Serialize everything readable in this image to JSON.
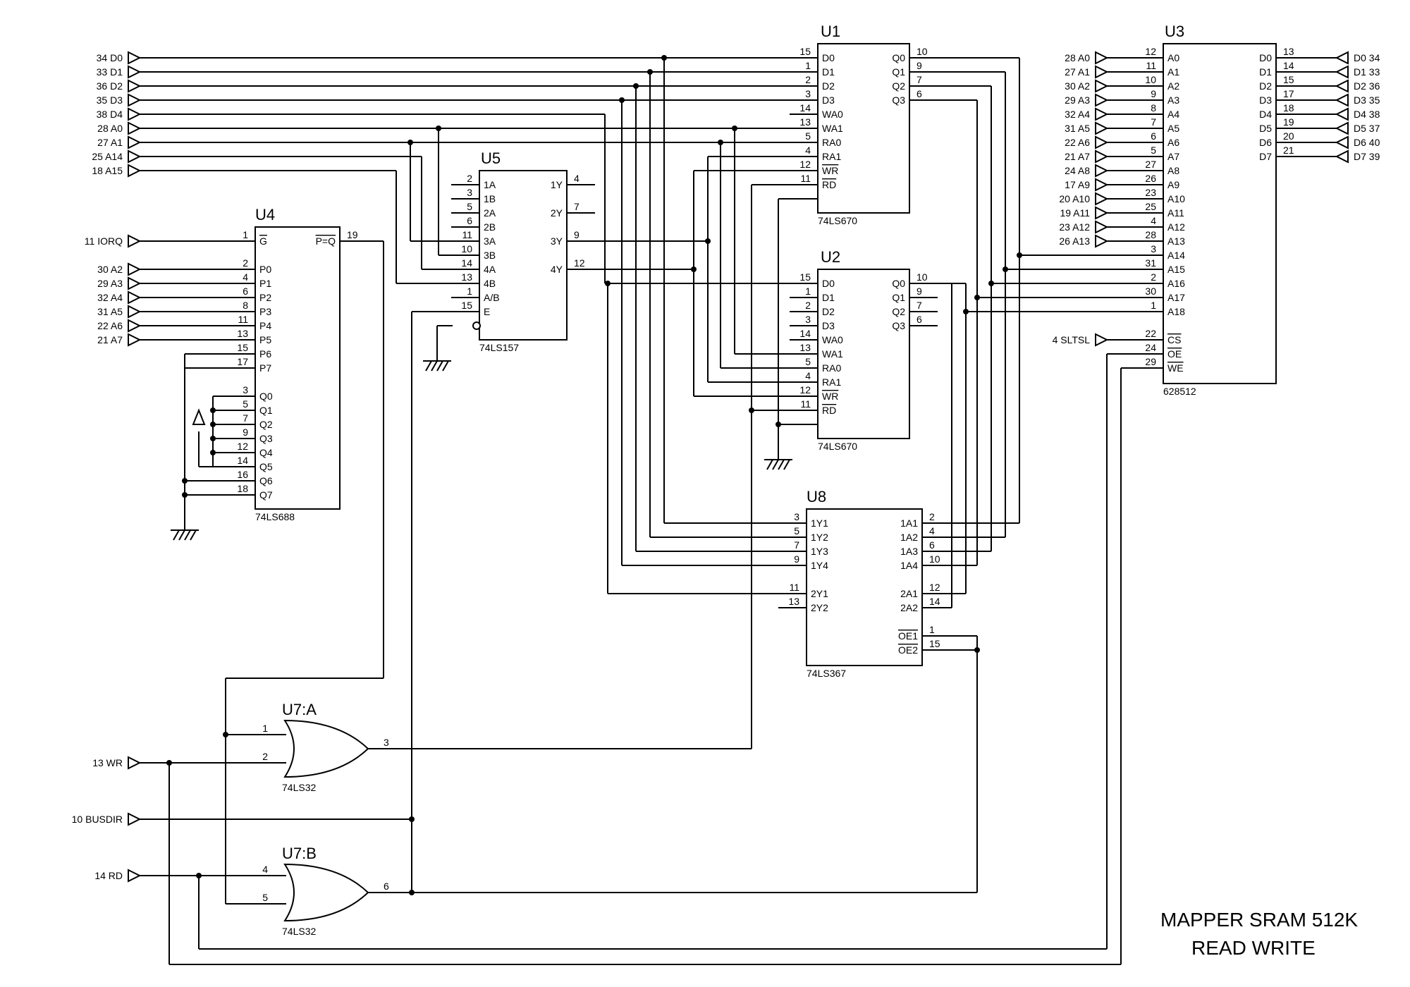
{
  "title": {
    "line1": "MAPPER SRAM 512K",
    "line2": "READ WRITE"
  },
  "ports_left": [
    "34 D0",
    "33 D1",
    "36 D2",
    "35 D3",
    "38 D4",
    "28 A0",
    "27 A1",
    "25 A14",
    "18 A15",
    "11 IORQ",
    "30 A2",
    "29 A3",
    "32 A4",
    "31 A5",
    "22 A6",
    "21 A7",
    "13 WR",
    "10 BUSDIR",
    "14 RD"
  ],
  "ports_u3_addr": [
    "28 A0",
    "27 A1",
    "30 A2",
    "29 A3",
    "32 A4",
    "31 A5",
    "22 A6",
    "21 A7",
    "24 A8",
    "17 A9",
    "20 A10",
    "19 A11",
    "23 A12",
    "26 A13"
  ],
  "ports_u3_ctrl": [
    "4 SLTSL"
  ],
  "ports_right": [
    "D0 34",
    "D1 33",
    "D2 36",
    "D3 35",
    "D4 38",
    "D5 37",
    "D6 40",
    "D7 39"
  ],
  "parts": {
    "U1": {
      "name": "U1",
      "type": "74LS670",
      "left_pins": [
        [
          "15",
          "D0"
        ],
        [
          "1",
          "D1"
        ],
        [
          "2",
          "D2"
        ],
        [
          "3",
          "D3"
        ],
        [
          "14",
          "WA0"
        ],
        [
          "13",
          "WA1"
        ],
        [
          "5",
          "RA0"
        ],
        [
          "4",
          "RA1"
        ],
        [
          "12",
          "WR"
        ],
        [
          "11",
          "RD"
        ]
      ],
      "right_pins": [
        [
          "10",
          "Q0"
        ],
        [
          "9",
          "Q1"
        ],
        [
          "7",
          "Q2"
        ],
        [
          "6",
          "Q3"
        ]
      ]
    },
    "U2": {
      "name": "U2",
      "type": "74LS670",
      "left_pins": [
        [
          "15",
          "D0"
        ],
        [
          "1",
          "D1"
        ],
        [
          "2",
          "D2"
        ],
        [
          "3",
          "D3"
        ],
        [
          "14",
          "WA0"
        ],
        [
          "13",
          "WA1"
        ],
        [
          "5",
          "RA0"
        ],
        [
          "4",
          "RA1"
        ],
        [
          "12",
          "WR"
        ],
        [
          "11",
          "RD"
        ]
      ],
      "right_pins": [
        [
          "10",
          "Q0"
        ],
        [
          "9",
          "Q1"
        ],
        [
          "7",
          "Q2"
        ],
        [
          "6",
          "Q3"
        ]
      ]
    },
    "U5": {
      "name": "U5",
      "type": "74LS157",
      "left_pins": [
        [
          "2",
          "1A"
        ],
        [
          "3",
          "1B"
        ],
        [
          "5",
          "2A"
        ],
        [
          "6",
          "2B"
        ],
        [
          "11",
          "3A"
        ],
        [
          "10",
          "3B"
        ],
        [
          "14",
          "4A"
        ],
        [
          "13",
          "4B"
        ],
        [
          "1",
          "A/B"
        ],
        [
          "15",
          "E"
        ]
      ],
      "right_pins": [
        [
          "4",
          "1Y"
        ],
        [
          "7",
          "2Y"
        ],
        [
          "9",
          "3Y"
        ],
        [
          "12",
          "4Y"
        ]
      ]
    },
    "U4": {
      "name": "U4",
      "type": "74LS688",
      "left_pins": [
        [
          "1",
          "G"
        ],
        [
          "2",
          "P0"
        ],
        [
          "4",
          "P1"
        ],
        [
          "6",
          "P2"
        ],
        [
          "8",
          "P3"
        ],
        [
          "11",
          "P4"
        ],
        [
          "13",
          "P5"
        ],
        [
          "15",
          "P6"
        ],
        [
          "17",
          "P7"
        ],
        [
          "3",
          "Q0"
        ],
        [
          "5",
          "Q1"
        ],
        [
          "7",
          "Q2"
        ],
        [
          "9",
          "Q3"
        ],
        [
          "12",
          "Q4"
        ],
        [
          "14",
          "Q5"
        ],
        [
          "16",
          "Q6"
        ],
        [
          "18",
          "Q7"
        ]
      ],
      "right_pins": [
        [
          "19",
          "P=Q"
        ]
      ]
    },
    "U3": {
      "name": "U3",
      "type": "628512",
      "left_pins": [
        [
          "12",
          "A0"
        ],
        [
          "11",
          "A1"
        ],
        [
          "10",
          "A2"
        ],
        [
          "9",
          "A3"
        ],
        [
          "8",
          "A4"
        ],
        [
          "7",
          "A5"
        ],
        [
          "6",
          "A6"
        ],
        [
          "5",
          "A7"
        ],
        [
          "27",
          "A8"
        ],
        [
          "26",
          "A9"
        ],
        [
          "23",
          "A10"
        ],
        [
          "25",
          "A11"
        ],
        [
          "4",
          "A12"
        ],
        [
          "28",
          "A13"
        ],
        [
          "3",
          "A14"
        ],
        [
          "31",
          "A15"
        ],
        [
          "2",
          "A16"
        ],
        [
          "30",
          "A17"
        ],
        [
          "1",
          "A18"
        ],
        [
          "22",
          "CS"
        ],
        [
          "24",
          "OE"
        ],
        [
          "29",
          "WE"
        ]
      ],
      "right_pins": [
        [
          "13",
          "D0"
        ],
        [
          "14",
          "D1"
        ],
        [
          "15",
          "D2"
        ],
        [
          "17",
          "D3"
        ],
        [
          "18",
          "D4"
        ],
        [
          "19",
          "D5"
        ],
        [
          "20",
          "D6"
        ],
        [
          "21",
          "D7"
        ]
      ]
    },
    "U8": {
      "name": "U8",
      "type": "74LS367",
      "left_pins": [
        [
          "3",
          "1Y1"
        ],
        [
          "5",
          "1Y2"
        ],
        [
          "7",
          "1Y3"
        ],
        [
          "9",
          "1Y4"
        ],
        [
          "11",
          "2Y1"
        ],
        [
          "13",
          "2Y2"
        ]
      ],
      "right_pins": [
        [
          "2",
          "1A1"
        ],
        [
          "4",
          "1A2"
        ],
        [
          "6",
          "1A3"
        ],
        [
          "10",
          "1A4"
        ],
        [
          "12",
          "2A1"
        ],
        [
          "14",
          "2A2"
        ],
        [
          "1",
          "OE1"
        ],
        [
          "15",
          "OE2"
        ]
      ]
    },
    "U7A": {
      "name": "U7:A",
      "type": "74LS32",
      "in_pins": [
        "1",
        "2"
      ],
      "out_pin": "3"
    },
    "U7B": {
      "name": "U7:B",
      "type": "74LS32",
      "in_pins": [
        "4",
        "5"
      ],
      "out_pin": "6"
    }
  }
}
